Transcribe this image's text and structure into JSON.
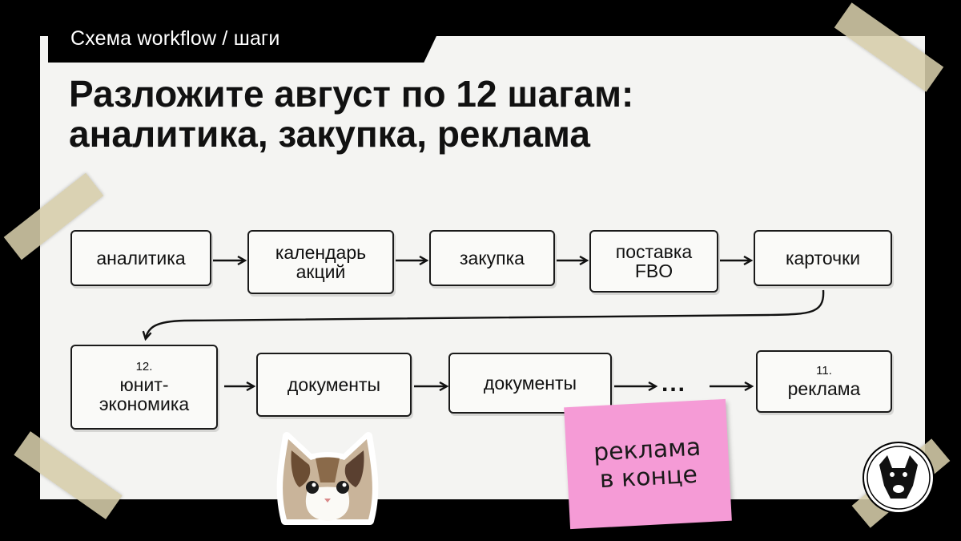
{
  "header": {
    "tab_label": "Схема workflow / шаги",
    "title_line1": "Разложите август по 12 шагам:",
    "title_line2": "аналитика, закупка, реклама"
  },
  "row1": {
    "box1": "аналитика",
    "box2_line1": "календарь",
    "box2_line2": "акций",
    "box3": "закупка",
    "box4_line1": "поставка",
    "box4_line2": "FBO",
    "box5": "карточки"
  },
  "row2": {
    "box6_number": "12.",
    "box6_line1": "юнит-",
    "box6_line2": "экономика",
    "box7": "документы",
    "box8": "документы",
    "ellipsis": "...",
    "box9_number": "11.",
    "box9_label": "реклама"
  },
  "sticky_note": {
    "line1": "реклама",
    "line2": "в конце",
    "color": "#f59bd6"
  },
  "stickers": {
    "cat": "cat-sticker",
    "logo": "dog-logo"
  }
}
